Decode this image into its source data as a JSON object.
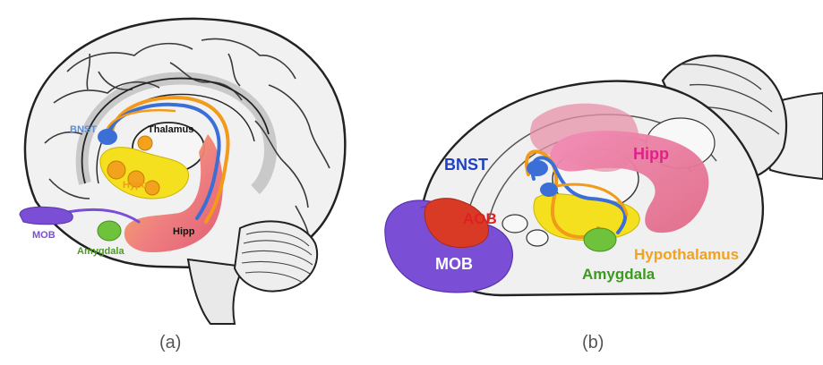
{
  "panel_a": {
    "caption": "(a)",
    "labels": {
      "bnst": "BNST",
      "thalamus": "Thalamus",
      "hypo": "Hypo",
      "hipp": "Hipp",
      "mob": "MOB",
      "amygdala": "Amygdala"
    }
  },
  "panel_b": {
    "caption": "(b)",
    "labels": {
      "bnst": "BNST",
      "hipp": "Hipp",
      "aob": "AOB",
      "mob": "MOB",
      "hypothalamus": "Hypothalamus",
      "amygdala": "Amygdala"
    }
  },
  "colors": {
    "bnst": "#3b6fd6",
    "hypothalamus": "#f5e020",
    "hypo_nuclei": "#f2a21c",
    "hippocampus": "#ef6f8a",
    "amygdala": "#6fc23c",
    "mob": "#7a4fd6",
    "aob": "#d83a25",
    "stria": "#f29a1a"
  }
}
